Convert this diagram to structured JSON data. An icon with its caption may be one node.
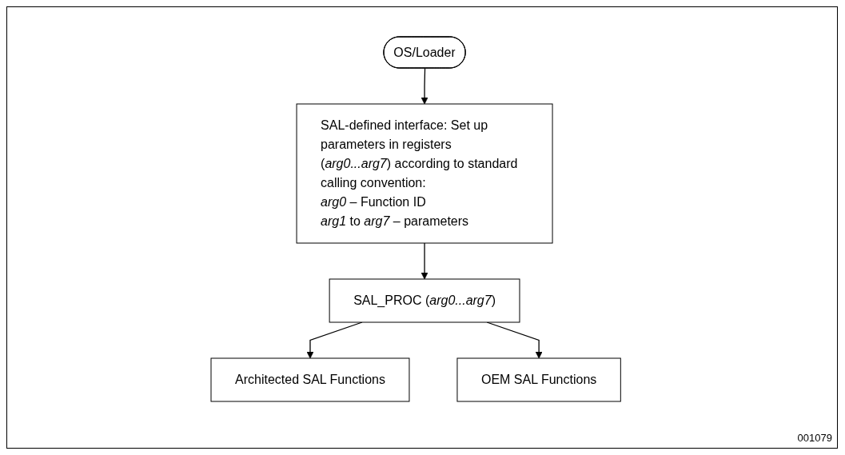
{
  "diagram": {
    "nodes": [
      {
        "text": [
          "OS/Loader"
        ]
      },
      {
        "text": [
          "SAL-defined interface: Set up parameters in registers (*arg0...arg7*) according to standard calling convention:",
          "*arg0* – Function ID",
          "*arg1* to *arg7* – parameters"
        ]
      },
      {
        "text": [
          "SAL_PROC (*arg0...arg7*)"
        ]
      },
      {
        "text": [
          "Architected SAL Functions"
        ]
      },
      {
        "text": [
          "OEM SAL Functions"
        ]
      }
    ],
    "edges": [
      {
        "from": 0,
        "to": 1,
        "arrow": "to"
      },
      {
        "from": 1,
        "to": 2,
        "arrow": "to"
      },
      {
        "from": 2,
        "to": 3,
        "arrow": "to"
      },
      {
        "from": 2,
        "to": 4,
        "arrow": "to"
      }
    ],
    "labels": [
      "001079"
    ]
  }
}
